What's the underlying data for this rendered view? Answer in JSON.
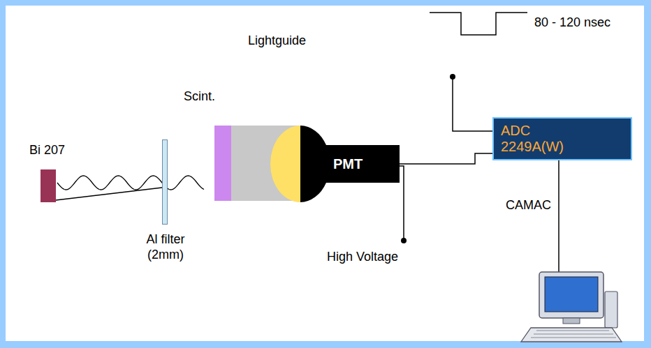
{
  "diagram": {
    "nodes": [
      {
        "text": [
          "Bi 207"
        ]
      },
      {
        "text": [
          "Al filter (2mm)"
        ]
      },
      {
        "text": [
          "Scint."
        ]
      },
      {
        "text": [
          "Lightguide"
        ]
      },
      {
        "text": [
          "PMT"
        ]
      },
      {
        "text": [
          "ADC 2249A(W)"
        ]
      }
    ],
    "edges": [
      {
        "from": 0,
        "to": 1,
        "arrow": "none"
      },
      {
        "from": 4,
        "to": 5,
        "arrow": "none"
      }
    ],
    "labels": [
      "80 - 120 nsec",
      "High Voltage",
      "CAMAC"
    ]
  }
}
